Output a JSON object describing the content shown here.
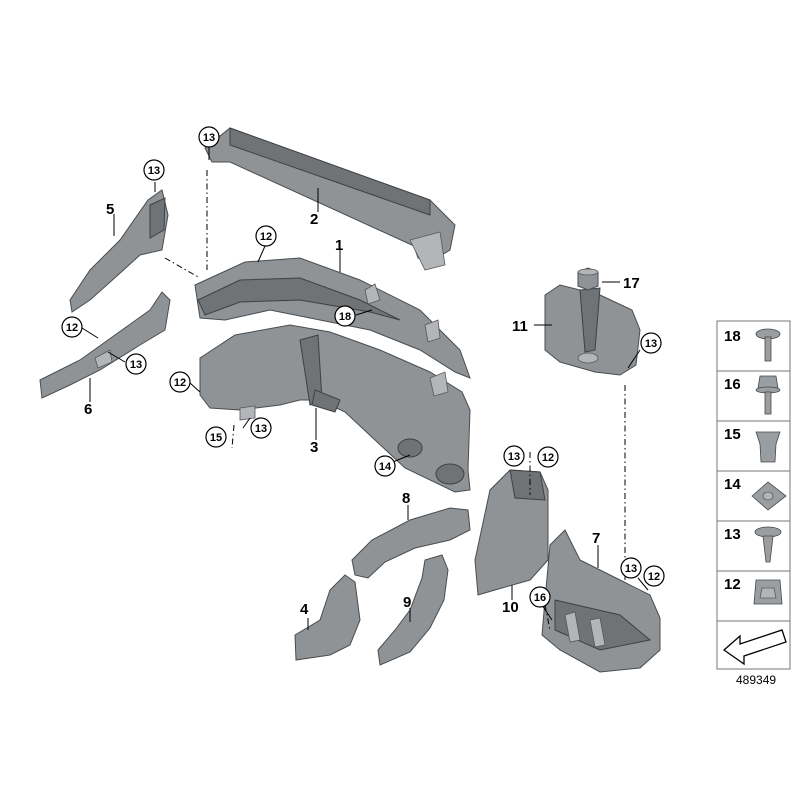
{
  "callouts": [
    "1",
    "2",
    "3",
    "4",
    "5",
    "6",
    "7",
    "8",
    "9",
    "10",
    "11",
    "17"
  ],
  "circled": [
    "13",
    "13",
    "12",
    "18",
    "12",
    "13",
    "12",
    "15",
    "13",
    "14",
    "13",
    "12",
    "13",
    "13",
    "12",
    "16"
  ],
  "legend": [
    "18",
    "16",
    "15",
    "14",
    "13",
    "12"
  ],
  "diagram_id": "489349",
  "colors": {
    "part": "#8f9396",
    "outline": "#4a4d50"
  }
}
